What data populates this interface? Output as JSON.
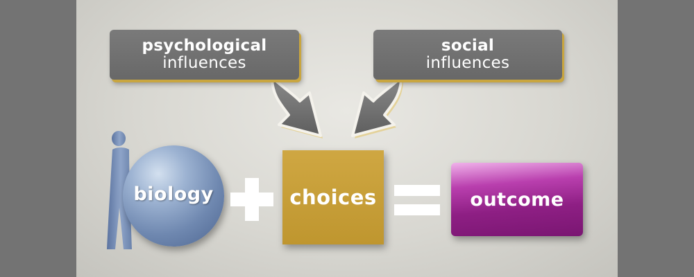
{
  "influences": {
    "psychological": {
      "line1": "psychological",
      "line2": "influences"
    },
    "social": {
      "line1": "social",
      "line2": "influences"
    }
  },
  "equation": {
    "biology": "biology",
    "choices": "choices",
    "outcome": "outcome"
  },
  "icons": [
    "person-figure-icon",
    "down-right-arrow-icon",
    "down-left-arrow-icon",
    "plus-icon",
    "equals-icon"
  ],
  "colors": {
    "background": "#737373",
    "panel": "#dedcd6",
    "influence_box": "#707070",
    "accent_gold": "#c9a640",
    "biology_blue": "#7d93b9",
    "choices_gold": "#c69d36",
    "outcome_magenta": "#8e1f84",
    "operator_white": "#ffffff"
  }
}
